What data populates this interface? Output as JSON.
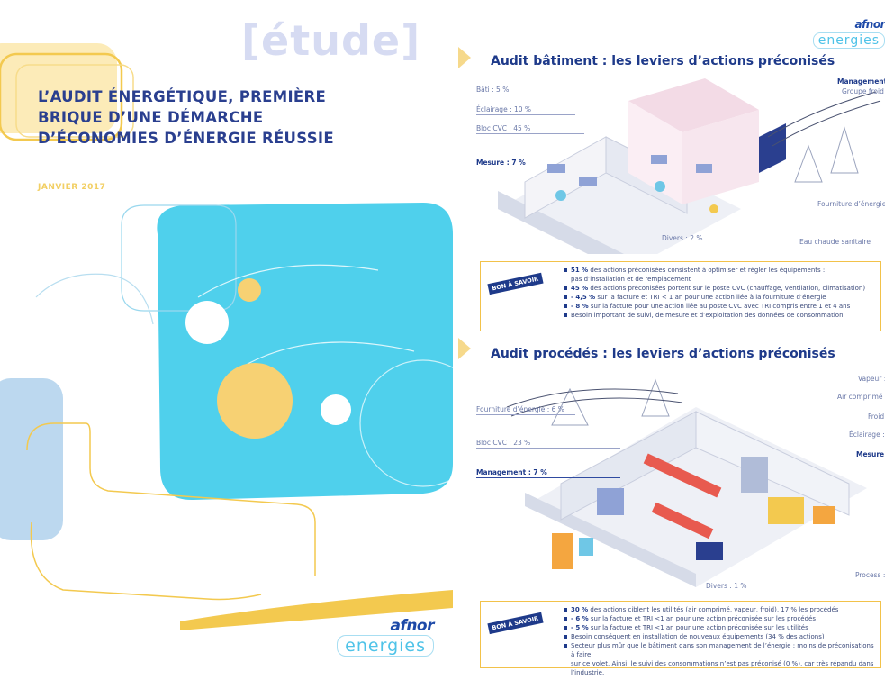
{
  "cover": {
    "tag": "[étude]",
    "title_lines": [
      "L’AUDIT ÉNERGÉTIQUE, PREMIÈRE",
      "BRIQUE D’UNE DÉMARCHE",
      "D’ÉCONOMIES D’ÉNERGIE RÉUSSIE"
    ],
    "date": "JANVIER 2017",
    "logo_top": "afnor",
    "logo_bottom": "energies",
    "colors": {
      "cyan": "#4fd0ec",
      "yellow": "#f7d173",
      "navy": "#2a3f8f"
    }
  },
  "page": {
    "logo_top": "afnor",
    "logo_bottom": "energies",
    "section1": {
      "title": "Audit bâtiment : les leviers d’actions préconisés",
      "labels": {
        "bati": "Bâti : 5 %",
        "eclairage": "Éclairage : 10 %",
        "cvc": "Bloc CVC : 45 %",
        "mesure": "Mesure : 7 %",
        "divers": "Divers : 2 %",
        "management": "Management",
        "groupe_froid": "Groupe froid",
        "fourniture": "Fourniture d’énergie :",
        "eau_chaude": "Eau chaude sanitaire"
      },
      "badge": "BON À SAVOIR",
      "bullets": [
        {
          "strong": "51 %",
          "text": " des actions préconisées consistent à optimiser et régler les équipements :"
        },
        {
          "strong": "",
          "text": "pas d’installation et de remplacement",
          "cont": true
        },
        {
          "strong": "45 %",
          "text": " des actions préconisées portent sur le poste CVC (chauffage, ventilation, climatisation)"
        },
        {
          "strong": "- 4,5 %",
          "text": " sur la facture et TRI < 1 an pour une action liée à la fourniture d’énergie"
        },
        {
          "strong": "- 8 %",
          "text": " sur la facture pour une action liée au poste CVC avec TRI compris entre 1 et 4 ans"
        },
        {
          "strong": "",
          "text": "Besoin important de suivi, de mesure et d’exploitation des données de consommation"
        }
      ]
    },
    "section2": {
      "title": "Audit procédés : les leviers d’actions préconisés",
      "labels": {
        "fourniture": "Fourniture d’énergie : 6 %",
        "cvc": "Bloc CVC : 23 %",
        "management": "Management : 7 %",
        "vapeur": "Vapeur :",
        "air": "Air comprimé :",
        "froid": "Froid :",
        "eclairage": "Éclairage :",
        "mesure": "Mesure",
        "process": "Process :",
        "divers": "Divers : 1 %"
      },
      "badge": "BON À SAVOIR",
      "bullets": [
        {
          "strong": "30 %",
          "text": " des actions ciblent les utilités (air comprimé, vapeur, froid), 17 % les procédés"
        },
        {
          "strong": "- 6 %",
          "text": " sur la facture et TRI <1 an pour une action préconisée sur les procédés"
        },
        {
          "strong": "- 5 %",
          "text": " sur la facture et TRI <1 an pour une action préconisée sur les utilités"
        },
        {
          "strong": "",
          "text": "Besoin conséquent en installation de nouveaux équipements (34 % des actions)"
        },
        {
          "strong": "",
          "text": "Secteur plus mûr que le bâtiment dans son management de l’énergie : moins de préconisations à faire"
        },
        {
          "strong": "",
          "text": "sur ce volet. Ainsi, le suivi des consommations n’est pas préconisé (0 %), car très répandu dans l’industrie.",
          "cont": true
        }
      ]
    }
  }
}
